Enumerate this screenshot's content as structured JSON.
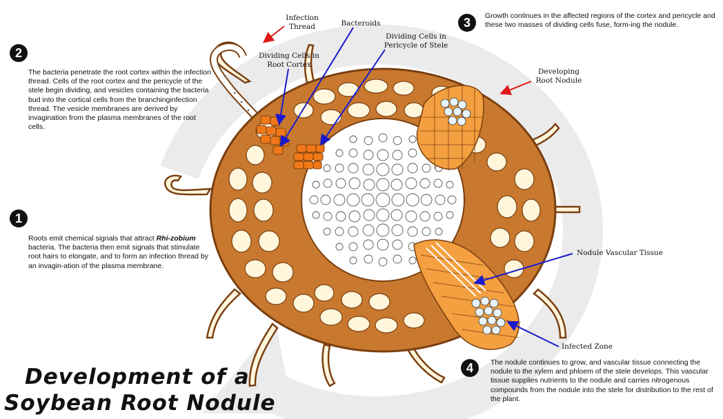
{
  "title": {
    "line1": "Development of a",
    "line2": "Soybean Root Nodule"
  },
  "steps": [
    {
      "number": "1",
      "text_pre": "Roots emit chemical signals that attract ",
      "text_em": "Rhi-zobium",
      "text_post": " bacteria.  The bacteria then emit signals that stimulate root hairs to elongate, and to form an infection thread by an invagin-ation of the plasma membrane."
    },
    {
      "number": "2",
      "text": "The bacteria penetrate the root cortex within the infection thread.  Cells of the root cortex and the pericycle of the stele begin dividing, and vesicles containing the bacteria bud into the cortical cells from the branchinginfection thread.  The vesicle membranes are derived by invagination from the plasma membranes of the root cells."
    },
    {
      "number": "3",
      "text": "Growth continues in the affected regions of the cortex and pericycle and these two masses of dividing cells fuse, form-ing the nodule."
    },
    {
      "number": "4",
      "text": "The nodule continues to grow, and vascular tissue connecting the nodule to the xylem and phloem of the stele develops.  This vascular tissue supplies nutrients to the nodule and carries nitrogenous compounds from the nodule into the stele for distribution to the rest of the plant."
    }
  ],
  "labels": {
    "infection_thread": "Infection Thread",
    "bacteroids": "Bacteroids",
    "dividing_cortex": "Dividing Cells in Root Cortex",
    "dividing_pericycle": "Dividing Cells in Pericycle of Stele",
    "developing_nodule": "Developing Root Nodule",
    "nodule_vascular": "Nodule Vascular Tissue",
    "infected_zone": "Infected Zone"
  },
  "colors": {
    "cortex": "#c8792f",
    "cortex_outline": "#7a3f10",
    "cell_fill": "#fff6dc",
    "dividing": "#f07818",
    "nodule": "#f4a040",
    "stele_cell": "#ffffff",
    "blue_arrow": "#1a1acc",
    "red_arrow": "#dd1a1a",
    "cycle_arrow": "#e8e8e8"
  }
}
